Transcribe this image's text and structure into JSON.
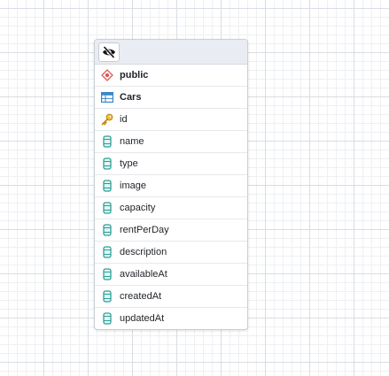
{
  "entity": {
    "schema": "public",
    "table": "Cars",
    "primary_key": "id",
    "columns": [
      "name",
      "type",
      "image",
      "capacity",
      "rentPerDay",
      "description",
      "availableAt",
      "createdAt",
      "updatedAt"
    ]
  },
  "icons": {
    "toggle": "eye-off-icon",
    "schema": "schema-diamond-icon",
    "table": "table-icon",
    "primary_key": "key-icon",
    "column": "column-icon"
  },
  "colors": {
    "schema_icon": "#d9534f",
    "table_icon": "#3b86c6",
    "key_icon": "#e0b020",
    "column_icon": "#2aa198"
  }
}
